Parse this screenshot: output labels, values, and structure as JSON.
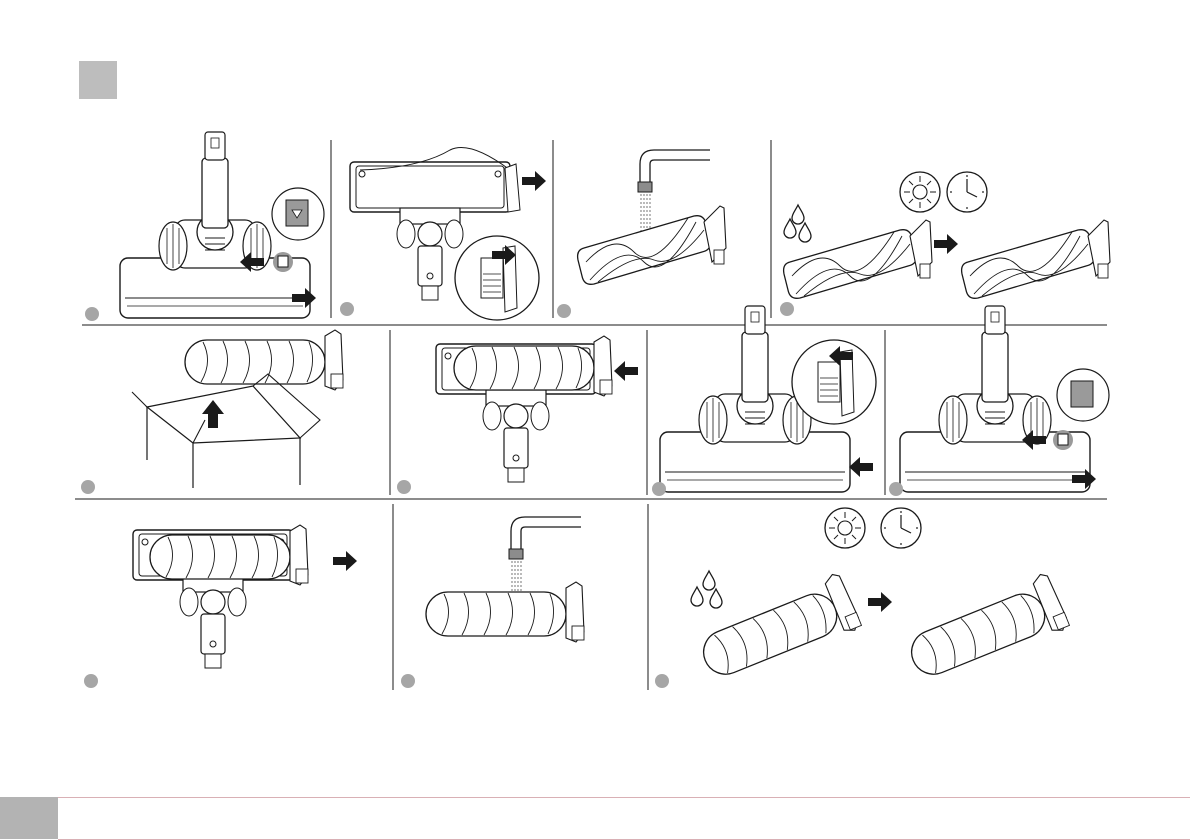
{
  "colors": {
    "line": "#1a1a1a",
    "marker": "#bdbdbd",
    "step_badge": "#a6a6a6",
    "footer_tab": "#b3b3b3",
    "footer_border": "#d9b0b5",
    "highlight": "#9a9a9a"
  },
  "icons": [
    "arrow-right-icon",
    "arrow-left-icon",
    "arrow-up-icon",
    "water-drops-icon",
    "sun-icon",
    "clock-icon",
    "water-tap-icon"
  ],
  "steps": [
    {
      "id": 1,
      "scene": "unlock-brush-head"
    },
    {
      "id": 2,
      "scene": "slide-out-brush-roll"
    },
    {
      "id": 3,
      "scene": "rinse-brush-roll"
    },
    {
      "id": 4,
      "scene": "dry-brush-roll"
    },
    {
      "id": 5,
      "scene": "unpack-new-roller"
    },
    {
      "id": 6,
      "scene": "insert-new-roller"
    },
    {
      "id": 7,
      "scene": "latch-roller-cap"
    },
    {
      "id": 8,
      "scene": "lock-brush-head"
    },
    {
      "id": 9,
      "scene": "slide-out-soft-roller"
    },
    {
      "id": 10,
      "scene": "rinse-soft-roller"
    },
    {
      "id": 11,
      "scene": "dry-soft-roller"
    }
  ]
}
